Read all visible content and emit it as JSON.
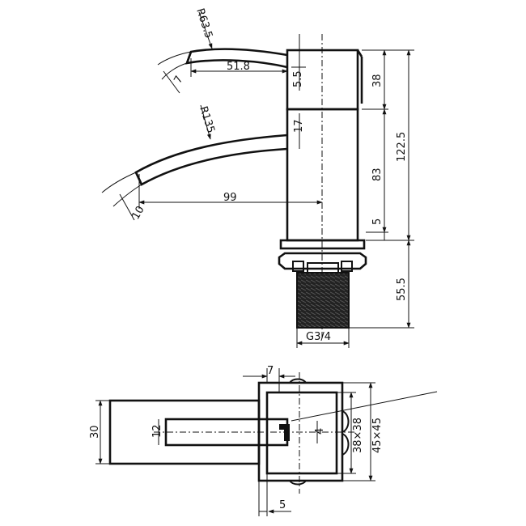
{
  "side_view": {
    "radius_small": "R63.5",
    "radius_large": "R135",
    "spout_top_length": "51.8",
    "spout_top_thickness": "7",
    "spout_bottom_length": "99",
    "spout_bottom_thickness": "10",
    "gap_top": "5.5",
    "gap_bottom": "17",
    "body_top_height": "38",
    "total_height": "122.5",
    "body_mid_height": "83",
    "base_height": "5",
    "thread_length": "55.5",
    "thread_spec": "G3/4"
  },
  "plan_view": {
    "offset_top": "7",
    "depth": "30",
    "lever_width": "12",
    "lever_tip": "4",
    "inner_square": "38×38",
    "outer_square": "45×45",
    "offset_bottom": "5"
  }
}
